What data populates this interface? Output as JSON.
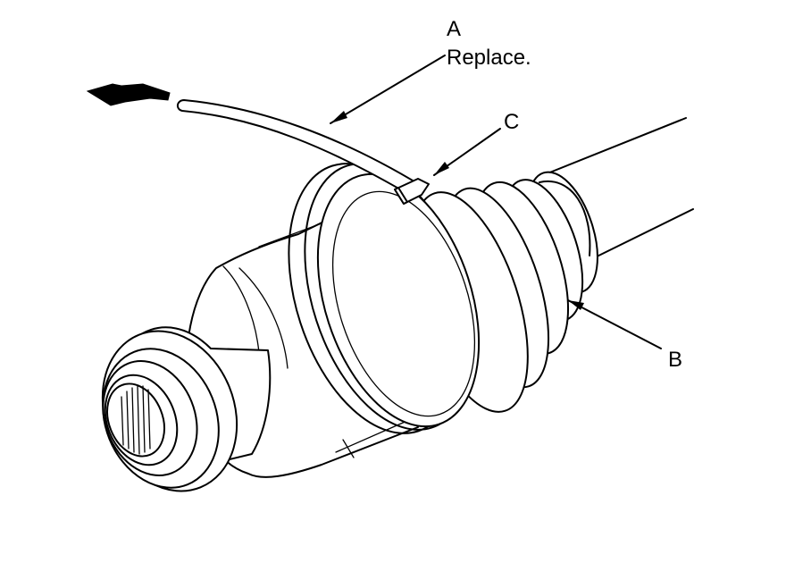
{
  "figure": {
    "callouts": [
      {
        "id": "A",
        "letter": "A",
        "note": "Replace."
      },
      {
        "id": "B",
        "letter": "B",
        "note": ""
      },
      {
        "id": "C",
        "letter": "C",
        "note": ""
      }
    ]
  },
  "colors": {
    "line": "#000000",
    "background": "#ffffff"
  }
}
